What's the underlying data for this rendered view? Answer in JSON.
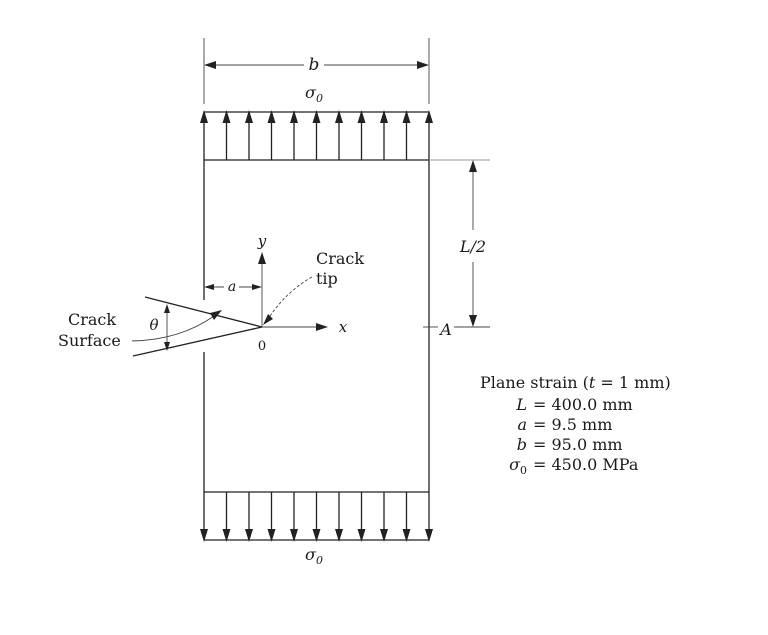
{
  "diagram": {
    "width_label": "b",
    "top_load_label": "σ0",
    "bottom_load_label": "σ0",
    "half_length_label": "L/2",
    "point_label": "A",
    "y_axis_label": "y",
    "x_axis_label": "x",
    "origin_label": "0",
    "crack_length_label": "a",
    "angle_label": "θ",
    "crack_tip_label": [
      "Crack",
      "tip"
    ],
    "crack_surface_label": [
      "Crack",
      "Surface"
    ],
    "arrow_count_top": 11,
    "arrow_count_bottom": 11
  },
  "params": {
    "heading": "Plane strain (t = 1 mm)",
    "lines": [
      {
        "sym": "L",
        "eq": "= 400.0 mm"
      },
      {
        "sym": "a",
        "eq": "= 9.5 mm"
      },
      {
        "sym": "b",
        "eq": "= 95.0 mm"
      },
      {
        "sym": "σ0",
        "eq": "= 450.0 MPa"
      }
    ]
  }
}
